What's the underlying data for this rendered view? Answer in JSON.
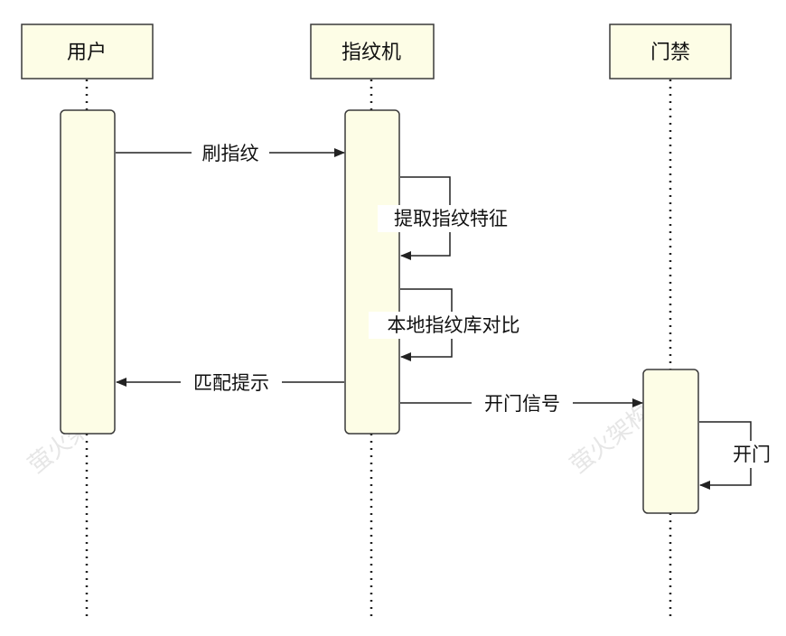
{
  "actors": [
    {
      "label": "用户"
    },
    {
      "label": "指纹机"
    },
    {
      "label": "门禁"
    }
  ],
  "messages": [
    {
      "label": "刷指纹",
      "from": "用户",
      "to": "指纹机"
    },
    {
      "label": "提取指纹特征",
      "from": "指纹机",
      "to": "指纹机"
    },
    {
      "label": "本地指纹库对比",
      "from": "指纹机",
      "to": "指纹机"
    },
    {
      "label": "匹配提示",
      "from": "指纹机",
      "to": "用户"
    },
    {
      "label": "开门信号",
      "from": "指纹机",
      "to": "门禁"
    },
    {
      "label": "开门",
      "from": "门禁",
      "to": "门禁"
    }
  ],
  "watermark": {
    "text": "萤火架构"
  }
}
